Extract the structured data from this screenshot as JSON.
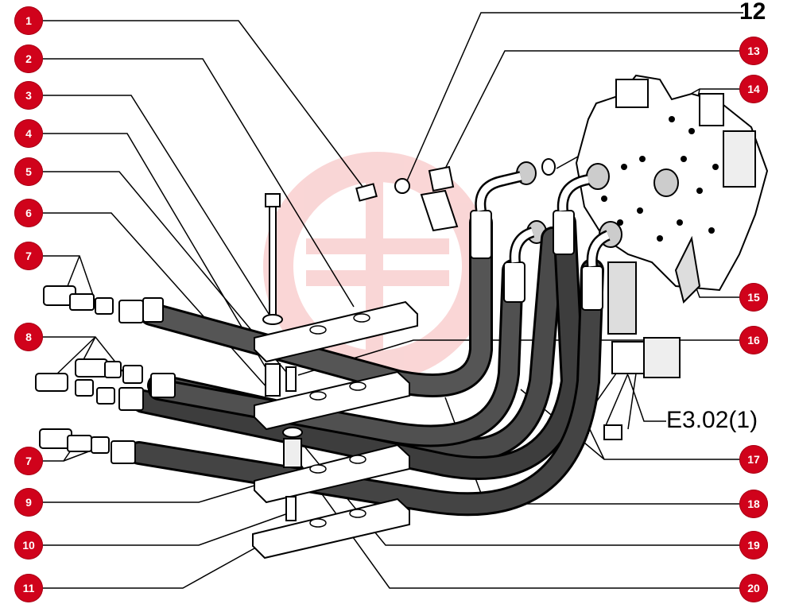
{
  "colors": {
    "callout": "#d0021b",
    "line": "#000000",
    "watermark": "#f5b5b5",
    "hose": "#3a3a3a"
  },
  "callouts": {
    "c1": "1",
    "c2": "2",
    "c3": "3",
    "c4": "4",
    "c5": "5",
    "c6": "6",
    "c7a": "7",
    "c7b": "7",
    "c8": "8",
    "c9": "9",
    "c10": "10",
    "c11": "11",
    "c13": "13",
    "c14": "14",
    "c15": "15",
    "c16": "16",
    "c17": "17",
    "c18": "18",
    "c19": "19",
    "c20": "20"
  },
  "labels": {
    "part_12": "12",
    "cross_ref": "E3.02(1)"
  }
}
